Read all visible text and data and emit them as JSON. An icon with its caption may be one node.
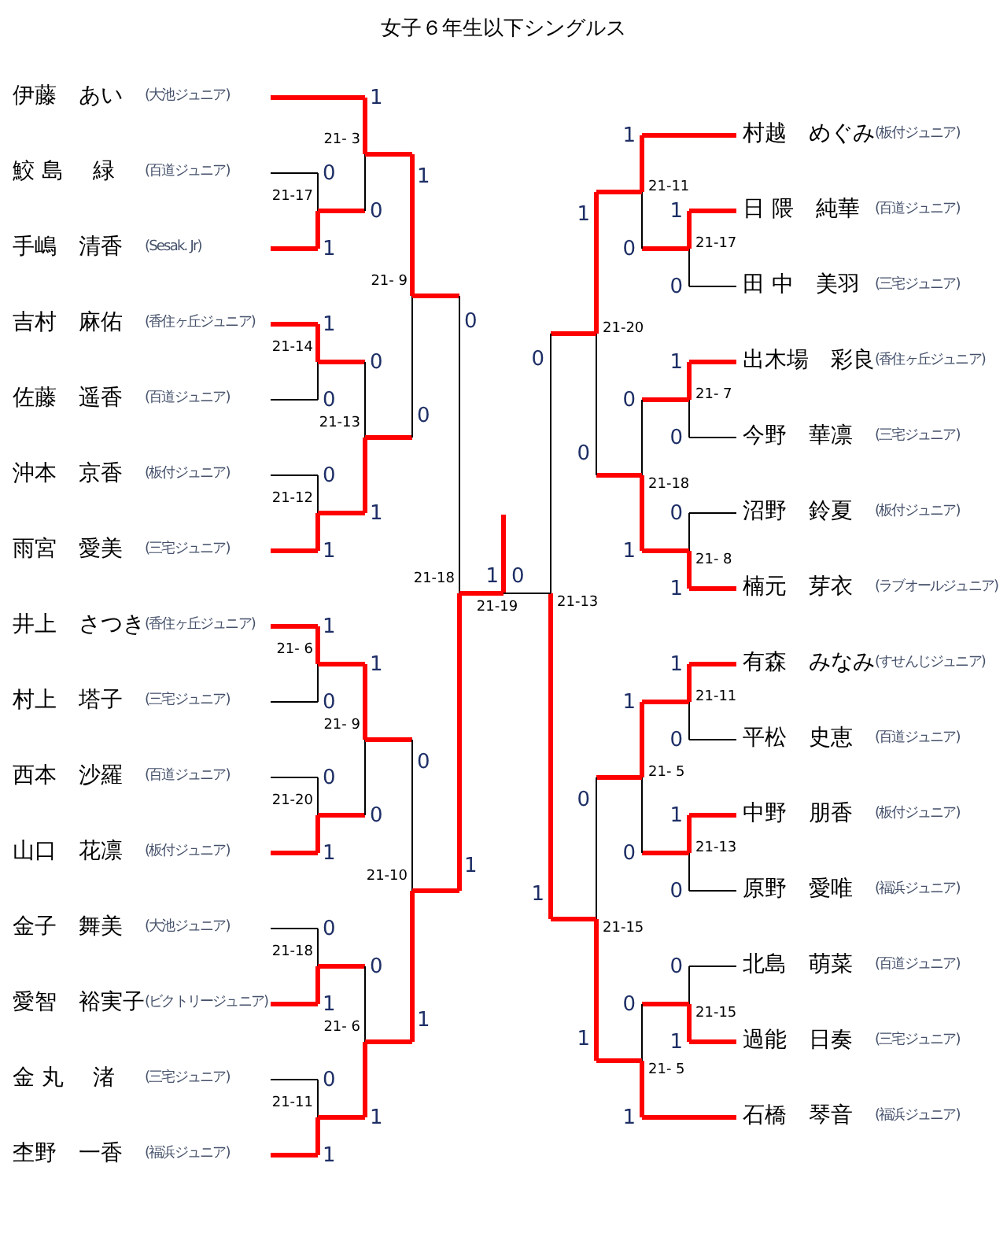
{
  "diagram": {
    "title": "女子６年生以下シングルス",
    "nodes": [
      {
        "text": [
          "伊藤　あい",
          "(大池ジュニア)"
        ]
      },
      {
        "text": [
          "鮫 島　 緑",
          "(百道ジュニア)"
        ]
      },
      {
        "text": [
          "手嶋　清香",
          "(Sesak. Jr)"
        ]
      },
      {
        "text": [
          "吉村　麻佑",
          "(香住ヶ丘ジュニア)"
        ]
      },
      {
        "text": [
          "佐藤　遥香",
          "(百道ジュニア)"
        ]
      },
      {
        "text": [
          "沖本　京香",
          "(板付ジュニア)"
        ]
      },
      {
        "text": [
          "雨宮　愛美",
          "(三宅ジュニア)"
        ]
      },
      {
        "text": [
          "井上　さつき",
          "(香住ヶ丘ジュニア)"
        ]
      },
      {
        "text": [
          "村上　塔子",
          "(三宅ジュニア)"
        ]
      },
      {
        "text": [
          "西本　沙羅",
          "(百道ジュニア)"
        ]
      },
      {
        "text": [
          "山口　花凛",
          "(板付ジュニア)"
        ]
      },
      {
        "text": [
          "金子　舞美",
          "(大池ジュニア)"
        ]
      },
      {
        "text": [
          "愛智　裕実子",
          "(ビクトリージュニア)"
        ]
      },
      {
        "text": [
          "金 丸　 渚",
          "(三宅ジュニア)"
        ]
      },
      {
        "text": [
          "杢野　一香",
          "(福浜ジュニア)"
        ]
      },
      {
        "text": [
          "村越　めぐみ",
          "(板付ジュニア)"
        ]
      },
      {
        "text": [
          "日 隈　純華",
          "(百道ジュニア)"
        ]
      },
      {
        "text": [
          "田 中　美羽",
          "(三宅ジュニア)"
        ]
      },
      {
        "text": [
          "出木場　彩良",
          "(香住ヶ丘ジュニア)"
        ]
      },
      {
        "text": [
          "今野　華凛",
          "(三宅ジュニア)"
        ]
      },
      {
        "text": [
          "沼野　鈴夏",
          "(板付ジュニア)"
        ]
      },
      {
        "text": [
          "楠元　芽衣",
          "(ラブオールジュニア)"
        ]
      },
      {
        "text": [
          "有森　みなみ",
          "(すせんじジュニア)"
        ]
      },
      {
        "text": [
          "平松　史恵",
          "(百道ジュニア)"
        ]
      },
      {
        "text": [
          "中野　朋香",
          "(板付ジュニア)"
        ]
      },
      {
        "text": [
          "原野　愛唯",
          "(福浜ジュニア)"
        ]
      },
      {
        "text": [
          "北島　萌菜",
          "(百道ジュニア)"
        ]
      },
      {
        "text": [
          "過能　日奏",
          "(三宅ジュニア)"
        ]
      },
      {
        "text": [
          "石橋　琴音",
          "(福浜ジュニア)"
        ]
      }
    ],
    "labels": [
      "0",
      "21-17",
      "1",
      "1",
      "21-14",
      "0",
      "0",
      "21-12",
      "1",
      "1",
      "21- 6",
      "0",
      "0",
      "21-20",
      "1",
      "0",
      "21-18",
      "1",
      "0",
      "21-11",
      "1",
      "1",
      "21- 3",
      "0",
      "0",
      "21-13",
      "1",
      "1",
      "21- 9",
      "0",
      "0",
      "21- 6",
      "1",
      "1",
      "21- 9",
      "0",
      "0",
      "21-10",
      "1",
      "0",
      "21-18",
      "1",
      "1",
      "21-19",
      "0",
      "1",
      "21-17",
      "0",
      "1",
      "21- 7",
      "0",
      "0",
      "21- 8",
      "1",
      "1",
      "21-11",
      "0",
      "1",
      "21-13",
      "0",
      "0",
      "21-15",
      "1",
      "1",
      "21-11",
      "0",
      "0",
      "21-18",
      "1",
      "1",
      "21- 5",
      "0",
      "0",
      "21- 5",
      "1",
      "1",
      "21-20",
      "0",
      "0",
      "21-15",
      "1",
      "0",
      "21-13",
      "1"
    ]
  }
}
